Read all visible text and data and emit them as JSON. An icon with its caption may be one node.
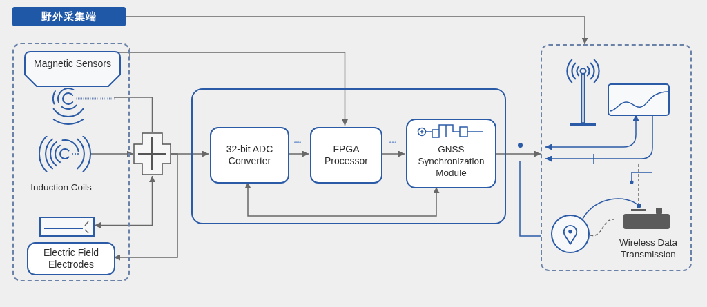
{
  "diagram": {
    "nodes": [
      {
        "text": [
          "野外采集端"
        ]
      },
      {
        "text": [],
        "shape": "box"
      },
      {
        "text": [
          "Magnetic Sensors"
        ],
        "in": 1
      },
      {
        "text": [],
        "shape": "picture",
        "in": 1
      },
      {
        "text": [
          "Induction Coils"
        ],
        "in": 1
      },
      {
        "text": [],
        "shape": "cross"
      },
      {
        "text": [],
        "shape": "box",
        "in": 1
      },
      {
        "text": [
          "Electric Field Electrodes"
        ],
        "in": 1
      },
      {
        "text": [],
        "shape": "box"
      },
      {
        "text": [
          "32-bit ADC Converter"
        ],
        "in": 8
      },
      {
        "text": [
          "FPGA Processor"
        ],
        "in": 8
      },
      {
        "text": [
          "GNSS Synchronization Module"
        ],
        "in": 8
      },
      {
        "text": [],
        "shape": "box"
      },
      {
        "text": [],
        "shape": "picture",
        "in": 12
      },
      {
        "text": [],
        "shape": "circle",
        "in": 12
      },
      {
        "text": [
          "Wireless Data Transmission"
        ],
        "in": 12
      }
    ],
    "edges": [
      {
        "from": 0,
        "to": 12,
        "arrow": "to"
      },
      {
        "from": 2,
        "to": 10,
        "arrow": "to"
      },
      {
        "from": 3,
        "to": 5,
        "arrow": "none"
      },
      {
        "from": 4,
        "to": 5,
        "arrow": "to"
      },
      {
        "from": 5,
        "to": 6,
        "arrow": "both"
      },
      {
        "from": 5,
        "to": 9,
        "arrow": "to"
      },
      {
        "from": 5,
        "to": 7,
        "arrow": "to"
      },
      {
        "from": 9,
        "to": 10,
        "arrow": "to"
      },
      {
        "from": 10,
        "to": 11,
        "arrow": "to"
      },
      {
        "from": 11,
        "to": 9,
        "arrow": "both"
      },
      {
        "from": 11,
        "to": 12,
        "arrow": "to"
      },
      {
        "from": null,
        "to": 12,
        "arrow": "none",
        "color": "#2b5ba6"
      },
      {
        "from": null,
        "to": 13,
        "arrow": "both",
        "color": "#2b5ba6"
      },
      {
        "from": 13,
        "to": null,
        "arrow": "to",
        "color": "#2b5ba6"
      },
      {
        "from": null,
        "to": 15,
        "arrow": "none",
        "style": "dashed"
      },
      {
        "from": 14,
        "to": 15,
        "arrow": "other",
        "color": "#2b5ba6"
      },
      {
        "from": 14,
        "to": 15,
        "arrow": "none",
        "style": "dashed"
      }
    ]
  }
}
